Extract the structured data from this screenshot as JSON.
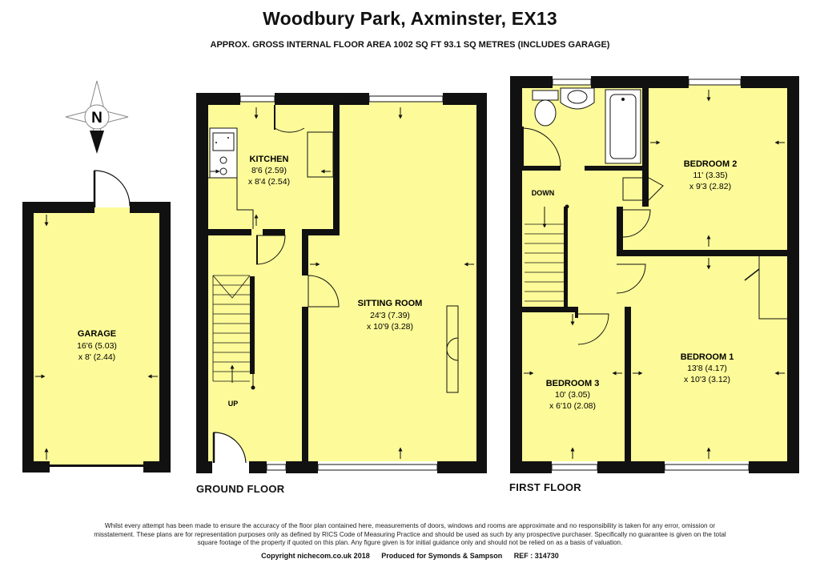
{
  "header": {
    "title": "Woodbury Park, Axminster, EX13",
    "subtitle": "APPROX. GROSS INTERNAL FLOOR AREA 1002 SQ FT 93.1 SQ METRES (INCLUDES GARAGE)"
  },
  "compass": {
    "label": "N",
    "icon": "compass-rose-icon"
  },
  "floors": {
    "ground": "GROUND FLOOR",
    "first": "FIRST FLOOR"
  },
  "rooms": {
    "garage": {
      "name": "GARAGE",
      "dim1": "16'6 (5.03)",
      "dim2": "x 8' (2.44)"
    },
    "kitchen": {
      "name": "KITCHEN",
      "dim1": "8'6 (2.59)",
      "dim2": "x 8'4 (2.54)"
    },
    "sitting": {
      "name": "SITTING ROOM",
      "dim1": "24'3 (7.39)",
      "dim2": "x 10'9 (3.28)"
    },
    "bedroom1": {
      "name": "BEDROOM 1",
      "dim1": "13'8 (4.17)",
      "dim2": "x 10'3 (3.12)"
    },
    "bedroom2": {
      "name": "BEDROOM 2",
      "dim1": "11' (3.35)",
      "dim2": "x 9'3 (2.82)"
    },
    "bedroom3": {
      "name": "BEDROOM 3",
      "dim1": "10' (3.05)",
      "dim2": "x 6'10 (2.08)"
    }
  },
  "stairs": {
    "up": "UP",
    "down": "DOWN"
  },
  "disclaimer": "Whilst every attempt has been made to ensure the accuracy of the floor plan contained here, measurements of doors, windows and rooms are approximate and no responsibility is taken for any error, omission or misstatement. These plans are for representation purposes only as defined by RICS Code of Measuring Practice and should be used as such by any prospective purchaser. Specifically no guarantee is given on the total square footage of the property if quoted on this plan. Any figure given is for initial guidance only and should not be relied on as a basis of valuation.",
  "footer": {
    "copyright": "Copyright nichecom.co.uk 2018",
    "produced": "Produced for Symonds & Sampson",
    "ref": "REF : 314730"
  },
  "colors": {
    "room_fill": "#fdfb99",
    "wall": "#111111"
  }
}
